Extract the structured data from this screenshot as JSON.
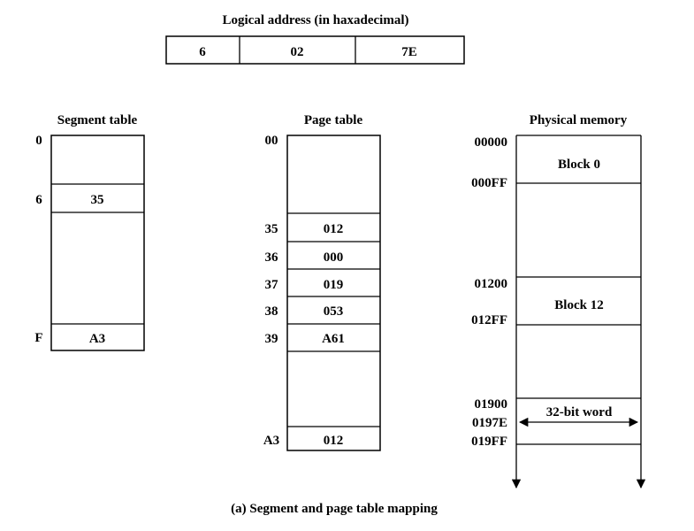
{
  "logical_address": {
    "title": "Logical address (in haxadecimal)",
    "fields": [
      "6",
      "02",
      "7E"
    ]
  },
  "segment_table": {
    "title": "Segment table",
    "index_labels": [
      "0",
      "6",
      "F"
    ],
    "entries": [
      "35",
      "A3"
    ]
  },
  "page_table": {
    "title": "Page table",
    "index_labels": [
      "00",
      "35",
      "36",
      "37",
      "38",
      "39",
      "A3"
    ],
    "entries": [
      "012",
      "000",
      "019",
      "053",
      "A61",
      "012"
    ]
  },
  "physical_memory": {
    "title": "Physical memory",
    "address_labels": [
      "00000",
      "000FF",
      "01200",
      "012FF",
      "01900",
      "0197E",
      "019FF"
    ],
    "blocks": [
      "Block 0",
      "Block 12"
    ],
    "word_label": "32-bit word"
  },
  "caption": "(a) Segment and page table mapping"
}
